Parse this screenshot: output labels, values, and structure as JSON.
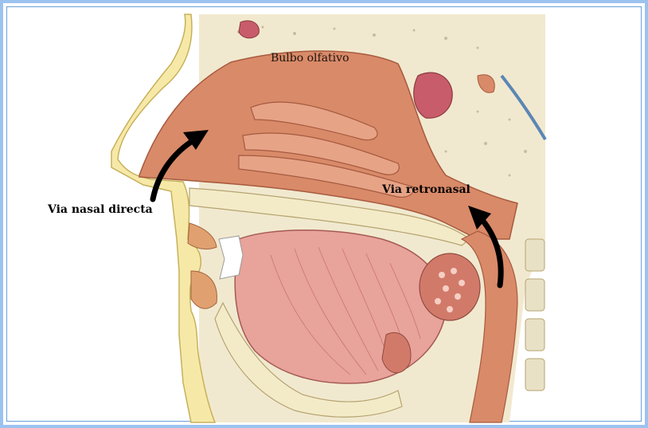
{
  "labels": {
    "bulbo_olfativo": "Bulbo olfativo",
    "via_nasal_directa": "Via nasal directa",
    "via_retronasal": "Via retronasal"
  },
  "colors": {
    "frame_border": "#9cc3f0",
    "nasal_cavity": "#d98a68",
    "tongue": "#e8a39a",
    "bone": "#f3ebc8",
    "skin": "#f6e9a8",
    "arrow": "#000000"
  }
}
